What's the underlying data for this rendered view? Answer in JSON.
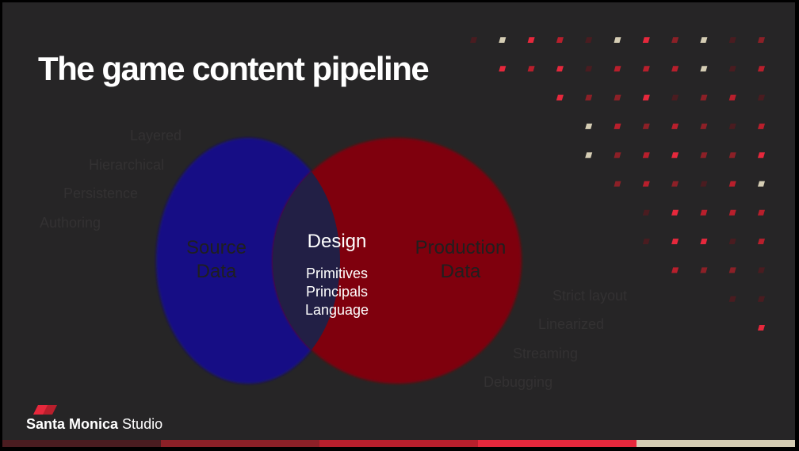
{
  "slide": {
    "title": "The game content pipeline"
  },
  "source": {
    "label_line1": "Source",
    "label_line2": "Data",
    "attributes": [
      "Layered",
      "Hierarchical",
      "Persistence",
      "Authoring"
    ]
  },
  "production": {
    "label_line1": "Production",
    "label_line2": "Data",
    "attributes": [
      "Strict layout",
      "Linearized",
      "Streaming",
      "Debugging"
    ]
  },
  "design": {
    "heading": "Design",
    "items": [
      "Primitives",
      "Principals",
      "Language"
    ]
  },
  "brand": {
    "name_bold": "Santa Monica",
    "name_light": "Studio"
  },
  "colors": {
    "background": "#262526",
    "source_circle": "#120b85",
    "production_circle": "#7f0607",
    "overlap": "#221f45",
    "accent_red": "#e6283c",
    "accent_cream": "#d5cdb4"
  },
  "footer_bar_colors": [
    "#4a1c20",
    "#8c2027",
    "#b81f2c",
    "#e6283c",
    "#d5cdb4"
  ]
}
